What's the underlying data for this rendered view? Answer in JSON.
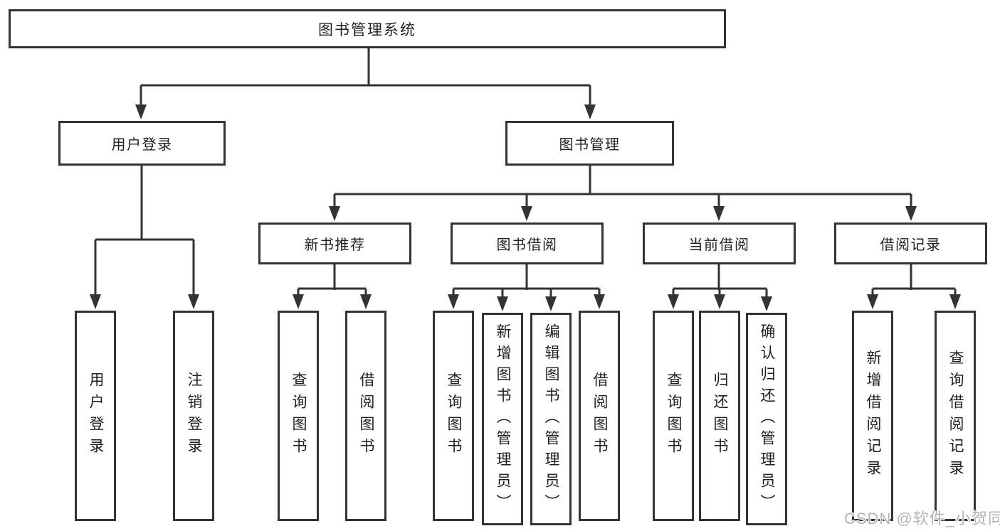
{
  "diagram": {
    "root": {
      "label": "图书管理系统"
    },
    "branches": [
      {
        "label": "用户登录",
        "children": [
          {
            "label": "用户登录"
          },
          {
            "label": "注销登录"
          }
        ]
      },
      {
        "label": "图书管理",
        "children": [
          {
            "label": "新书推荐",
            "children": [
              {
                "label": "查询图书"
              },
              {
                "label": "借阅图书"
              }
            ]
          },
          {
            "label": "图书借阅",
            "children": [
              {
                "label": "查询图书"
              },
              {
                "label": "新增图书（管理员）"
              },
              {
                "label": "编辑图书（管理员）"
              },
              {
                "label": "借阅图书"
              }
            ]
          },
          {
            "label": "当前借阅",
            "children": [
              {
                "label": "查询图书"
              },
              {
                "label": "归还图书"
              },
              {
                "label": "确认归还（管理员）"
              }
            ]
          },
          {
            "label": "借阅记录",
            "children": [
              {
                "label": "新增借阅记录"
              },
              {
                "label": "查询借阅记录"
              }
            ]
          }
        ]
      }
    ],
    "watermark": "CSDN @软件_小贺同学",
    "colors": {
      "line": "#333333",
      "text": "#1f1f1f",
      "watermark": "#b4b4b4",
      "background": "#ffffff"
    }
  }
}
